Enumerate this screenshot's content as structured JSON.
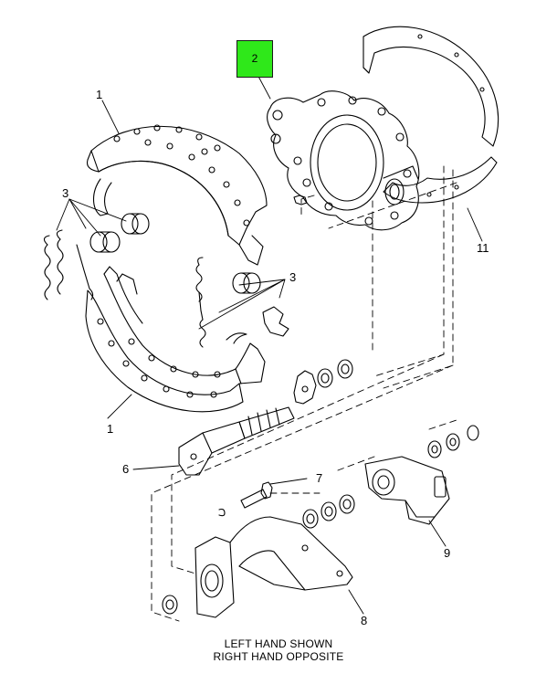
{
  "highlight": {
    "label": "2",
    "color": "#2fe81a"
  },
  "callouts": {
    "c1_top": "1",
    "c1_bottom": "1",
    "c3_left": "3",
    "c3_right": "3",
    "c6": "6",
    "c7": "7",
    "c8": "8",
    "c9": "9",
    "c11": "11"
  },
  "caption": {
    "line1": "LEFT HAND SHOWN",
    "line2": "RIGHT HAND OPPOSITE"
  },
  "colors": {
    "ink": "#000000",
    "paper": "#ffffff"
  }
}
